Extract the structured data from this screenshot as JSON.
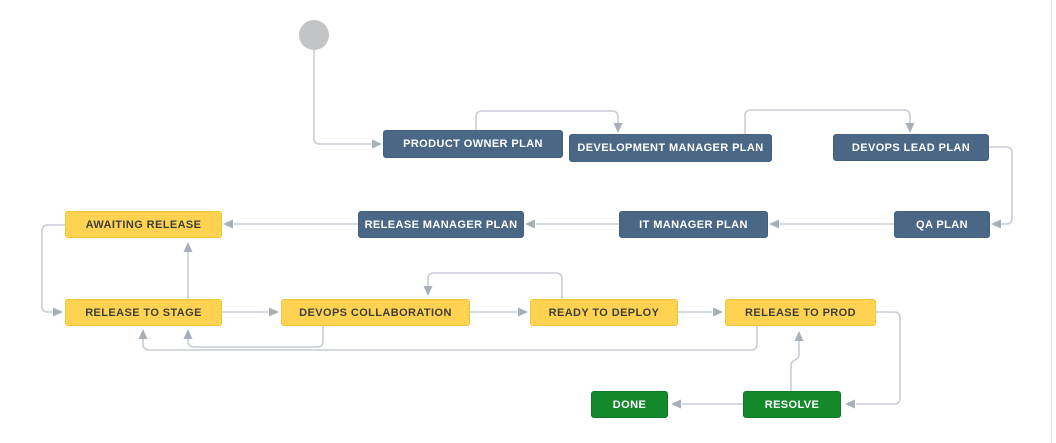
{
  "diagram": {
    "kind": "workflow-diagram",
    "colors": {
      "status_blue": "#4A6785",
      "status_yellow": "#FFD351",
      "status_green": "#14892C",
      "connector_line": "#C9CED6",
      "arrowhead": "#A9AFB9",
      "start_node": "#C3C4C6"
    },
    "nodes": [
      {
        "id": "product-owner-plan",
        "label": "PRODUCT OWNER PLAN",
        "type": "blue"
      },
      {
        "id": "development-manager-plan",
        "label": "DEVELOPMENT MANAGER PLAN",
        "type": "blue"
      },
      {
        "id": "devops-lead-plan",
        "label": "DEVOPS LEAD PLAN",
        "type": "blue"
      },
      {
        "id": "qa-plan",
        "label": "QA PLAN",
        "type": "blue"
      },
      {
        "id": "it-manager-plan",
        "label": "IT MANAGER PLAN",
        "type": "blue"
      },
      {
        "id": "release-manager-plan",
        "label": "RELEASE MANAGER PLAN",
        "type": "blue"
      },
      {
        "id": "awaiting-release",
        "label": "AWAITING RELEASE",
        "type": "yellow"
      },
      {
        "id": "release-to-stage",
        "label": "RELEASE TO STAGE",
        "type": "yellow"
      },
      {
        "id": "devops-collaboration",
        "label": "DEVOPS COLLABORATION",
        "type": "yellow"
      },
      {
        "id": "ready-to-deploy",
        "label": "READY TO DEPLOY",
        "type": "yellow"
      },
      {
        "id": "release-to-prod",
        "label": "RELEASE TO PROD",
        "type": "yellow"
      },
      {
        "id": "done",
        "label": "DONE",
        "type": "green"
      },
      {
        "id": "resolve",
        "label": "RESOLVE",
        "type": "green"
      }
    ],
    "edges": [
      {
        "from": "start",
        "to": "product-owner-plan"
      },
      {
        "from": "product-owner-plan",
        "to": "development-manager-plan"
      },
      {
        "from": "development-manager-plan",
        "to": "devops-lead-plan"
      },
      {
        "from": "devops-lead-plan",
        "to": "qa-plan"
      },
      {
        "from": "qa-plan",
        "to": "it-manager-plan"
      },
      {
        "from": "it-manager-plan",
        "to": "release-manager-plan"
      },
      {
        "from": "release-manager-plan",
        "to": "awaiting-release"
      },
      {
        "from": "awaiting-release",
        "to": "release-to-stage"
      },
      {
        "from": "release-to-stage",
        "to": "awaiting-release"
      },
      {
        "from": "release-to-stage",
        "to": "devops-collaboration"
      },
      {
        "from": "devops-collaboration",
        "to": "ready-to-deploy"
      },
      {
        "from": "ready-to-deploy",
        "to": "release-to-prod"
      },
      {
        "from": "ready-to-deploy",
        "to": "devops-collaboration"
      },
      {
        "from": "devops-collaboration",
        "to": "release-to-stage"
      },
      {
        "from": "release-to-prod",
        "to": "release-to-stage"
      },
      {
        "from": "resolve",
        "to": "release-to-prod"
      },
      {
        "from": "release-to-prod",
        "to": "resolve"
      },
      {
        "from": "resolve",
        "to": "done"
      }
    ]
  }
}
